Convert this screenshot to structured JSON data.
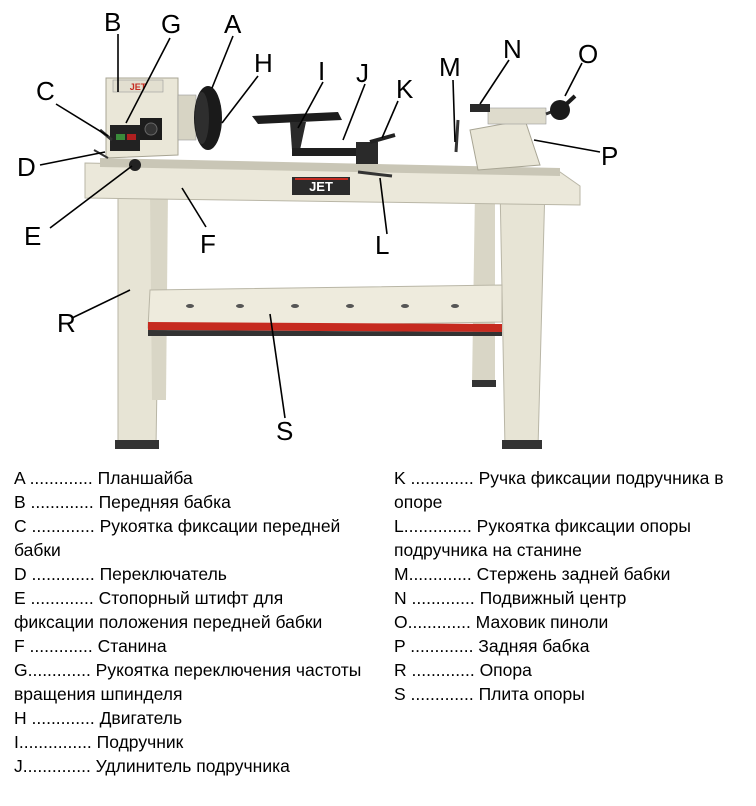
{
  "callouts": {
    "A": "A",
    "B": "B",
    "C": "C",
    "D": "D",
    "E": "E",
    "F": "F",
    "G": "G",
    "H": "H",
    "I": "I",
    "J": "J",
    "K": "K",
    "L": "L",
    "M": "M",
    "N": "N",
    "O": "O",
    "P": "P",
    "R": "R",
    "S": "S"
  },
  "brand": "JET",
  "legend_left": [
    {
      "text": "A ............. Планшайба"
    },
    {
      "text": "B ............. Передняя бабка"
    },
    {
      "text": "C ............. Рукоятка фиксации передней бабки"
    },
    {
      "text": "D ............. Переключатель"
    },
    {
      "text": "E ............. Стопорный штифт для фиксации положения передней бабки"
    },
    {
      "text": "F ............. Станина"
    },
    {
      "text": "G............. Рукоятка переключения частоты вращения шпинделя"
    },
    {
      "text": "H ............. Двигатель"
    },
    {
      "text": "I............... Подручник"
    },
    {
      "text": "J.............. Удлинитель подручника"
    }
  ],
  "legend_right": [
    {
      "text": "K ............. Ручка фиксации подручника в опоре"
    },
    {
      "text": "L.............. Рукоятка фиксации опоры подручника на станине"
    },
    {
      "text": "M............. Стержень задней бабки"
    },
    {
      "text": "N ............. Подвижный центр"
    },
    {
      "text": "O............. Маховик пиноли"
    },
    {
      "text": "P ............. Задняя бабка"
    },
    {
      "text": "R ............. Опора"
    },
    {
      "text": "S ............. Плита опоры"
    }
  ]
}
